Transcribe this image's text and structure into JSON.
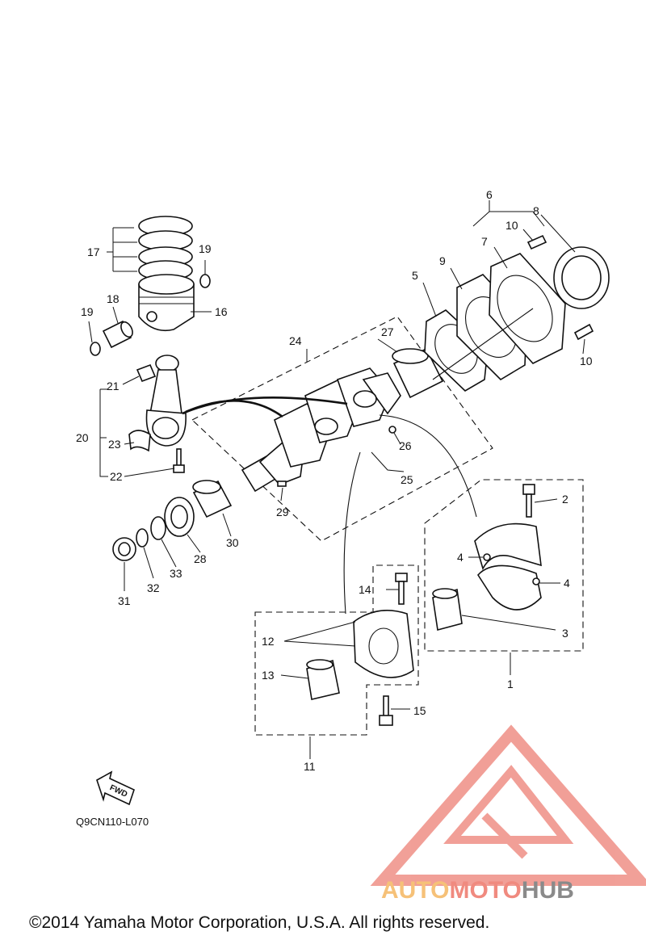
{
  "part_labels": {
    "p1": "1",
    "p2": "2",
    "p3": "3",
    "p4a": "4",
    "p4b": "4",
    "p5": "5",
    "p6": "6",
    "p7": "7",
    "p8": "8",
    "p9": "9",
    "p10a": "10",
    "p10b": "10",
    "p11": "11",
    "p12": "12",
    "p13": "13",
    "p14": "14",
    "p15": "15",
    "p16": "16",
    "p17": "17",
    "p18": "18",
    "p19a": "19",
    "p19b": "19",
    "p20": "20",
    "p21": "21",
    "p22": "22",
    "p23": "23",
    "p24": "24",
    "p25": "25",
    "p26": "26",
    "p27": "27",
    "p28": "28",
    "p29": "29",
    "p30": "30",
    "p31": "31",
    "p32": "32",
    "p33": "33"
  },
  "fwd_label": "FWD",
  "diagram_code": "Q9CN110-L070",
  "watermark": {
    "part1": "AUTO",
    "part2": "MOTO",
    "part3": "HUB",
    "color_auto": "#f6c178",
    "color_moto": "#f08a7f",
    "color_hub": "#8a8a8a",
    "logo_color": "#ef8f86"
  },
  "copyright": "©2014 Yamaha Motor Corporation, U.S.A. All rights reserved."
}
